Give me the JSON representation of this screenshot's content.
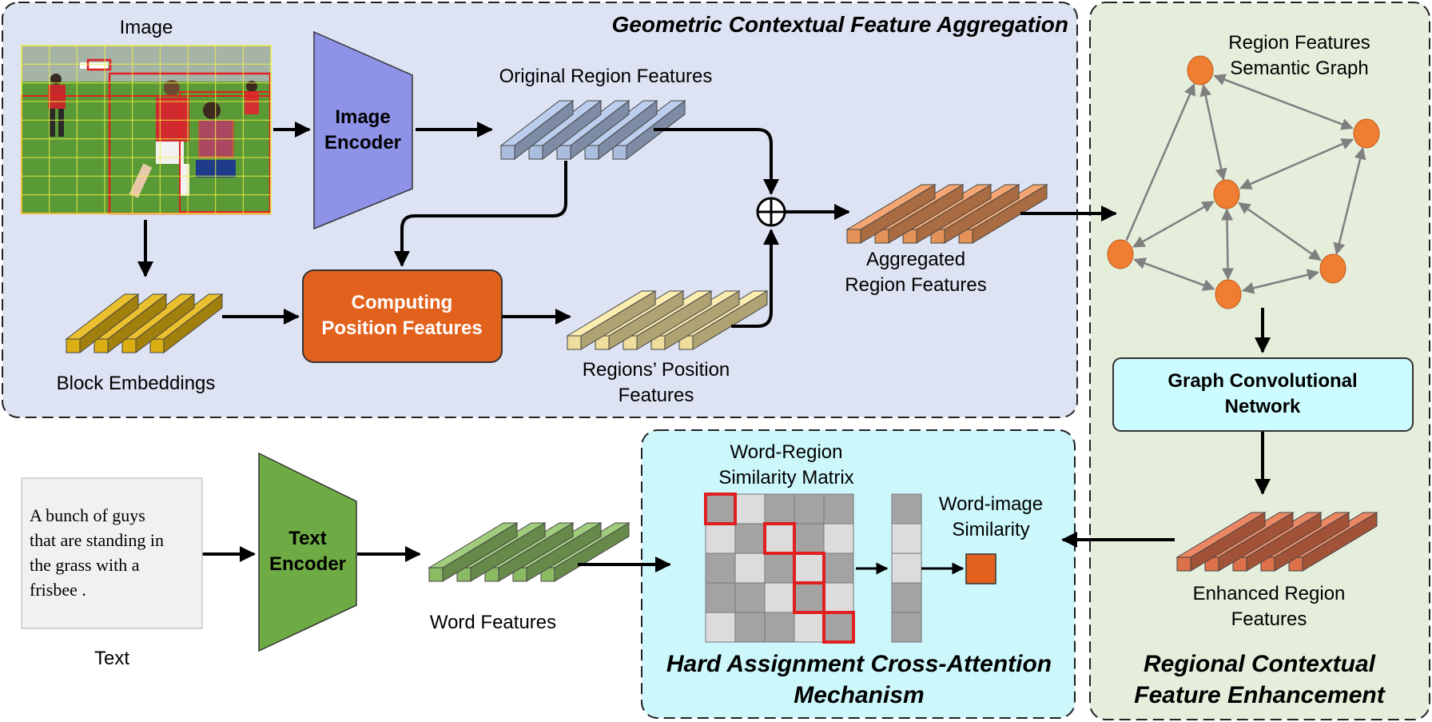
{
  "panels": {
    "geometric": "Geometric Contextual Feature Aggregation",
    "hard_line1": "Hard Assignment Cross-Attention",
    "hard_line2": "Mechanism",
    "regional_line1": "Regional Contextual",
    "regional_line2": "Feature Enhancement"
  },
  "labels": {
    "image": "Image",
    "image_encoder_l1": "Image",
    "image_encoder_l2": "Encoder",
    "original_region_features": "Original Region Features",
    "block_embeddings": "Block Embeddings",
    "computing_l1": "Computing",
    "computing_l2": "Position Features",
    "regions_pos_l1": "Regions’  Position",
    "regions_pos_l2": "Features",
    "aggregated_l1": "Aggregated",
    "aggregated_l2": "Region Features",
    "semantic_graph_l1": "Region Features",
    "semantic_graph_l2": "Semantic Graph",
    "gcn_l1": "Graph Convolutional",
    "gcn_l2": "Network",
    "enhanced_l1": "Enhanced Region",
    "enhanced_l2": "Features",
    "text": "Text",
    "text_encoder_l1": "Text",
    "text_encoder_l2": "Encoder",
    "word_features": "Word Features",
    "sim_matrix_l1": "Word-Region",
    "sim_matrix_l2": "Similarity Matrix",
    "word_image_l1": "Word-image",
    "word_image_l2": "Similarity"
  },
  "caption_lines": [
    "A bunch of guys",
    "that are standing in",
    "the grass with a",
    "frisbee ."
  ],
  "colors": {
    "geometric_panel_bg": "#dde3f3",
    "regional_panel_bg": "#e4eedb",
    "hard_panel_bg": "#ccf7fb",
    "image_encoder": "#8e93e8",
    "text_encoder": "#6fab44",
    "computing_box": "#e2621d",
    "node": "#ef7d32",
    "gcn_box": "#ccfcff",
    "block_embeddings": "#e7b712",
    "original_features": "#b3c7ea",
    "position_features": "#fbe9a4",
    "aggregated_features": "#f19a5e",
    "enhanced_features": "#e8774e",
    "word_features": "#93c56b",
    "matrix_highlight": "#e02020"
  },
  "icons": [
    "plus-circle-icon",
    "arrow-icon"
  ]
}
